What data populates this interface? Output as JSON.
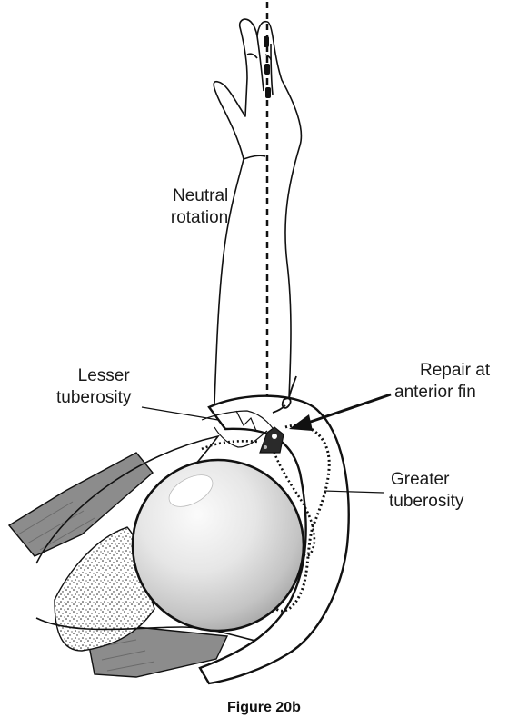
{
  "labels": {
    "neutral_rotation": [
      "Neutral",
      "rotation"
    ],
    "lesser_tuberosity": [
      "Lesser",
      "tuberosity"
    ],
    "repair_anterior_fin": [
      "Repair at",
      "anterior fin"
    ],
    "greater_tuberosity": [
      "Greater",
      "tuberosity"
    ]
  },
  "caption": "Figure 20b",
  "colors": {
    "stroke": "#111111",
    "muscle": "#8c8c8c",
    "bone_fill": "#ffffff",
    "head_highlight": "#f4f4f4",
    "head_shadow": "#9a9a9a"
  }
}
